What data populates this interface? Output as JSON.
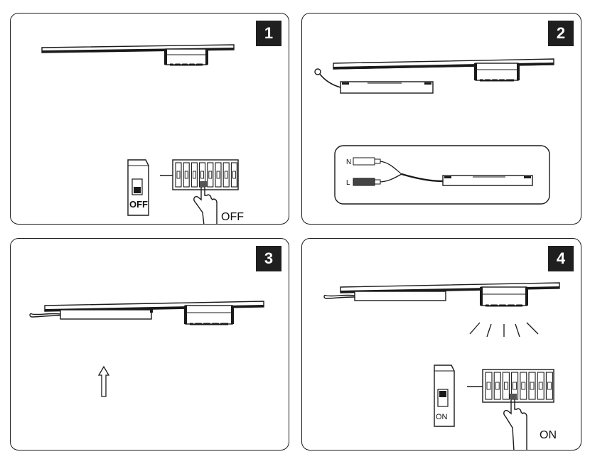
{
  "steps": [
    {
      "number": "1",
      "switch_label": "OFF",
      "hand_label": "OFF"
    },
    {
      "number": "2",
      "wire_n": "N",
      "wire_l": "L"
    },
    {
      "number": "3"
    },
    {
      "number": "4",
      "switch_label": "ON",
      "hand_label": "ON"
    }
  ],
  "colors": {
    "line": "#1a1a1a",
    "badge": "#1f1f1f"
  },
  "icons": [
    "track-rail-icon",
    "spotlight-module-icon",
    "driver-box-icon",
    "circuit-breaker-icon",
    "breaker-panel-icon",
    "hand-pointer-icon",
    "arrow-up-icon",
    "light-rays-icon"
  ]
}
